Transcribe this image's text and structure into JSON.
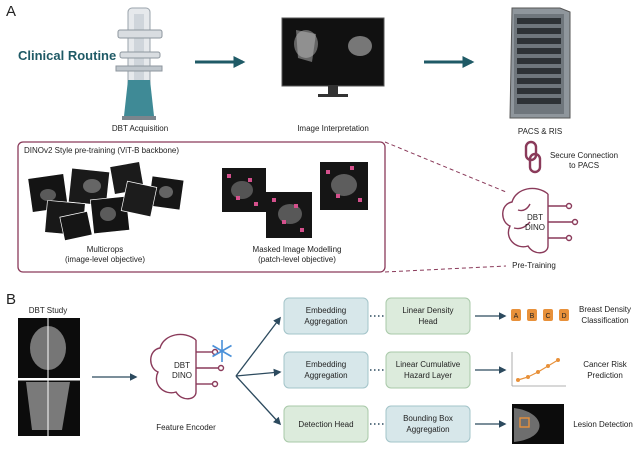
{
  "panels": {
    "a_label": "A",
    "b_label": "B"
  },
  "section_a": {
    "clinical_routine": "Clinical Routine",
    "dbt_acquisition": "DBT Acquisition",
    "image_interpretation": "Image Interpretation",
    "pacs_ris": "PACS & RIS",
    "pretraining_box_title": "DINOv2 Style pre-training (ViT-B backbone)",
    "multicrops_line1": "Multicrops",
    "multicrops_line2": "(image-level objective)",
    "mim_line1": "Masked Image Modelling",
    "mim_line2": "(patch-level objective)",
    "secure_line1": "Secure Connection",
    "secure_line2": "to PACS",
    "brain_line1": "DBT",
    "brain_line2": "DINO",
    "pretraining_label": "Pre-Training"
  },
  "section_b": {
    "dbt_study": "DBT Study",
    "brain_line1": "DBT",
    "brain_line2": "DINO",
    "feature_encoder": "Feature Encoder",
    "rows": [
      {
        "box1_line1": "Embedding",
        "box1_line2": "Aggregation",
        "box2_line1": "Linear Density",
        "box2_line2": "Head",
        "out_line1": "Breast Density",
        "out_line2": "Classification"
      },
      {
        "box1_line1": "Embedding",
        "box1_line2": "Aggregation",
        "box2_line1": "Linear Cumulative",
        "box2_line2": "Hazard Layer",
        "out_line1": "Cancer Risk",
        "out_line2": "Prediction"
      },
      {
        "box1_line1": "Detection Head",
        "box1_line2": "",
        "box2_line1": "Bounding Box",
        "box2_line2": "Aggregation",
        "out_line1": "Lesion Detection",
        "out_line2": ""
      }
    ],
    "density_letters": [
      "A",
      "B",
      "C",
      "D"
    ]
  },
  "colors": {
    "teal": "#1f5a66",
    "arrow": "#2c4a5e",
    "maroon": "#8a3a5a",
    "box_green": "#dcebdc",
    "box_blue": "#d7e7ea",
    "orange": "#e8913a",
    "pink_patch": "#d4508c",
    "snowflake": "#4a90d9"
  }
}
